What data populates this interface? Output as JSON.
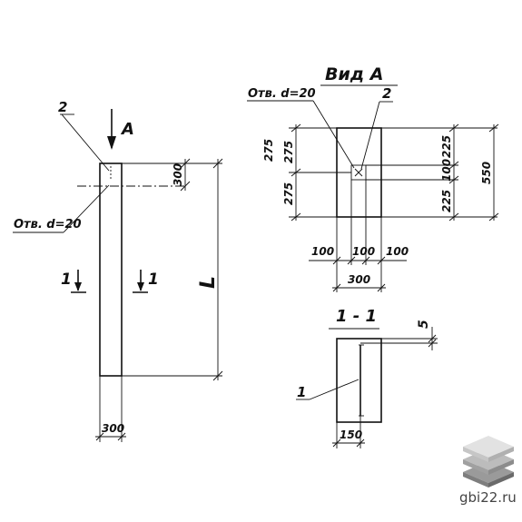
{
  "labels": {
    "callout_2": "2",
    "arrow_A": "А",
    "hole_left": "Отв. d=20",
    "dim_300_vertical": "300",
    "dim_L": "L",
    "section_1_left": "1",
    "section_1_right": "1",
    "dim_300_bottom": "300",
    "view_A_title": "Вид А",
    "hole_view": "Отв. d=20",
    "callout_2_view": "2",
    "dim_275_top": "275",
    "dim_275_upper": "275",
    "dim_275_lower": "275",
    "dim_225_top": "225",
    "dim_100_right": "100",
    "dim_225_bottom": "225",
    "dim_550": "550",
    "dim_100_left": "100",
    "dim_100_mid": "100",
    "dim_100_rt": "100",
    "dim_300_view": "300",
    "section_title": "1 - 1",
    "dim_5": "5",
    "callout_1": "1",
    "dim_150": "150"
  },
  "watermark": {
    "text": "gbi22.ru",
    "icon": "stacked-slabs-icon"
  },
  "colors": {
    "ink": "#111111",
    "watermark_text": "#444444",
    "watermark_light": "#d6d6d6",
    "watermark_dark": "#8a8a8a"
  }
}
